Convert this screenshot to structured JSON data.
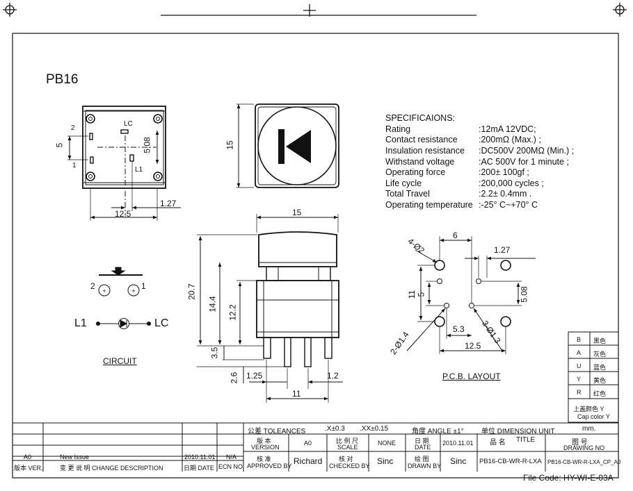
{
  "part_no": "PB16",
  "specifications": {
    "heading": "SPECIFICAIONS:",
    "rows": [
      {
        "label": "Rating",
        "value": ":12mA 12VDC;"
      },
      {
        "label": "Contact resistance",
        "value": ":200mΩ  (Max.) ;"
      },
      {
        "label": "Insulation resistance",
        "value": ":DC500V  200MΩ (Min.) ;"
      },
      {
        "label": "Withstand voltage",
        "value": ":AC 500V for 1 minute ;"
      },
      {
        "label": "Operating force",
        "value": ":200± 100gf ;"
      },
      {
        "label": "Life  cycle",
        "value": ":200,000 cycles ;"
      },
      {
        "label": "Total Travel",
        "value": ":2.2± 0.4mm ."
      },
      {
        "label": "Operating temperature",
        "value": ":-25° C~+70° C"
      }
    ]
  },
  "top_view": {
    "lc": "LC",
    "l1": "L1",
    "pin_2": "2",
    "pin_1": "1",
    "dim_5": "5",
    "dim_5_08": "5.08",
    "dim_1_27": "1.27",
    "dim_12_5": "12.5"
  },
  "front_view": {
    "dim_15": "15"
  },
  "side_view": {
    "dim_15": "15",
    "dim_20_7": "20.7",
    "dim_14_4": "14.4",
    "dim_12_2": "12.2",
    "dim_3_5": "3.5",
    "dim_2_6": "2.6",
    "dim_1_25": "1.25",
    "dim_1_2": "1.2",
    "dim_11": "11"
  },
  "circuit": {
    "pin_2": "2",
    "pin_1": "1",
    "l1": "L1",
    "lc": "LC",
    "caption": "CIRCUIT"
  },
  "pcb": {
    "caption": "P.C.B. LAYOUT",
    "dim_4_phi2": "4-Ø2",
    "dim_6": "6",
    "dim_1_27": "1.27",
    "dim_11": "11",
    "dim_5": "5",
    "dim_5_08": "5.08",
    "dim_5_3": "5.3",
    "dim_3_phi1_3": "3-Ø1.3",
    "dim_2_phi1_4": "2-Ø1.4",
    "dim_12_5": "12.5"
  },
  "color_table": [
    {
      "code": "B",
      "name": "黑色"
    },
    {
      "code": "A",
      "name": "灰色"
    },
    {
      "code": "U",
      "name": "蓝色"
    },
    {
      "code": "Y",
      "name": "黄色"
    },
    {
      "code": "R",
      "name": "红色"
    }
  ],
  "cap_color": {
    "line1": "上盖颜色  Y",
    "line2": "Cap color Y"
  },
  "title_block": {
    "tolerances_label": "公差 TOLEANCES",
    "tol_x": ".X±0.3",
    "tol_xx": ".XX±0.15",
    "angle": "角度 ANGLE ±1°",
    "unit_label": "单位  DIMENSION UNIT",
    "unit_value": "mm.",
    "version_cn": "版 本",
    "version_en": "VERSION",
    "version_value": "A0",
    "scale_cn": "比 例 尺",
    "scale_en": "SCALE",
    "scale_value": "NONE",
    "date_cn": "日 期",
    "date_en": "DATE",
    "date_value": "2010.11.01",
    "title_cn": "品 名",
    "title_en": "TITLE",
    "drawing_no_cn": "图 号",
    "drawing_no_en": "DRAWING NO",
    "approved_cn": "核 准",
    "approved_en": "APPROVED BY",
    "approved_value": "Richard",
    "checked_cn": "核 对",
    "checked_en": "CHECKED BY",
    "checked_value": "Sinc",
    "drawn_cn": "绘 图",
    "drawn_en": "DRAWN BY",
    "drawn_value": "Sinc",
    "title_value": "PB16-CB-WR-R-LXA",
    "drawing_no_value": "PB16-CB-WR-R-LXA_CP_A0"
  },
  "revision": {
    "ver": "A0",
    "desc": "New Issue",
    "date": "2010.11.01",
    "ecn": "N/A",
    "h_ver": "版本 VER.",
    "h_desc": "变 更 说 明  CHANGE DESCRIPTION",
    "h_date": "日期 DATE",
    "h_ecn": "ECN NO."
  },
  "file_code": "File Code: HY-WI-E-03A"
}
